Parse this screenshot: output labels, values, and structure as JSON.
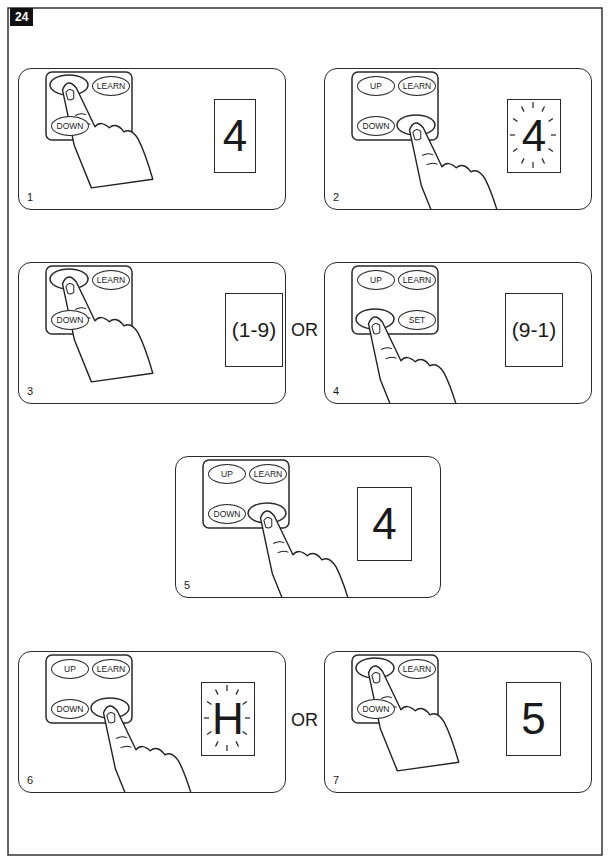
{
  "diagram": {
    "nodes": [
      {
        "text": [
          "1"
        ]
      },
      {
        "text": [
          "LEARN"
        ],
        "in": 0
      },
      {
        "text": [
          "DOWN"
        ],
        "in": 0
      },
      {
        "text": [
          "4"
        ],
        "in": 0
      },
      {
        "text": [
          "2"
        ]
      },
      {
        "text": [
          "UP"
        ],
        "in": 4
      },
      {
        "text": [
          "LEARN"
        ],
        "in": 4
      },
      {
        "text": [
          "DOWN"
        ],
        "in": 4
      },
      {
        "text": [
          "4"
        ],
        "in": 4
      },
      {
        "text": [
          "3"
        ]
      },
      {
        "text": [
          "LEARN"
        ],
        "in": 9
      },
      {
        "text": [
          "DOWN"
        ],
        "in": 9
      },
      {
        "text": [
          "(1-9)"
        ],
        "in": 9
      },
      {
        "text": [
          "4"
        ]
      },
      {
        "text": [
          "UP"
        ],
        "in": 13
      },
      {
        "text": [
          "LEARN"
        ],
        "in": 13
      },
      {
        "text": [
          "SET"
        ],
        "in": 13
      },
      {
        "text": [
          "(9-1)"
        ],
        "in": 13
      },
      {
        "text": [
          "5"
        ]
      },
      {
        "text": [
          "UP"
        ],
        "in": 18
      },
      {
        "text": [
          "LEARN"
        ],
        "in": 18
      },
      {
        "text": [
          "DOWN"
        ],
        "in": 18
      },
      {
        "text": [
          "4"
        ],
        "in": 18
      },
      {
        "text": [
          "6"
        ]
      },
      {
        "text": [
          "UP"
        ],
        "in": 23
      },
      {
        "text": [
          "LEARN"
        ],
        "in": 23
      },
      {
        "text": [
          "DOWN"
        ],
        "in": 23
      },
      {
        "text": [
          "H"
        ],
        "in": 23
      },
      {
        "text": [
          "7"
        ]
      },
      {
        "text": [
          "LEARN"
        ],
        "in": 28
      },
      {
        "text": [
          "DOWN"
        ],
        "in": 28
      },
      {
        "text": [
          "5"
        ],
        "in": 28
      }
    ],
    "labels": [
      "24",
      "OR",
      "OR"
    ]
  }
}
